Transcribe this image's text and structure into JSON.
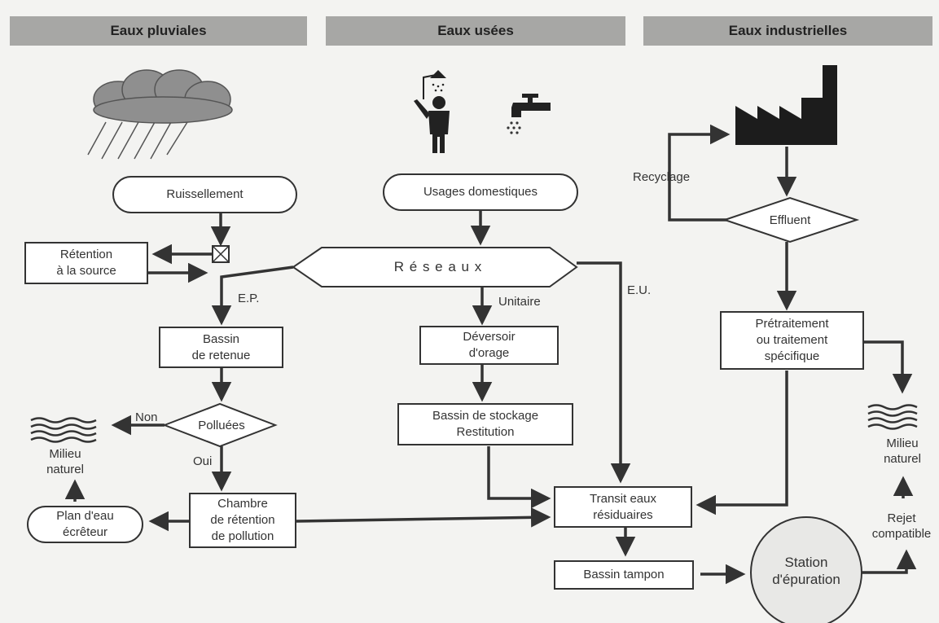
{
  "headers": {
    "pluviales": "Eaux pluviales",
    "usees": "Eaux usées",
    "industrielles": "Eaux industrielles"
  },
  "icons": [
    "rain-cloud-icon",
    "shower-person-icon",
    "faucet-icon",
    "factory-icon",
    "water-waves-icon"
  ],
  "nodes": {
    "ruissellement": "Ruissellement",
    "usages_domestiques": "Usages domestiques",
    "retention_source": "Rétention\nà la source",
    "reseaux": "R é s e a u x",
    "bassin_retenue": "Bassin\nde retenue",
    "deversoir": "Déversoir\nd'orage",
    "polluees": "Polluées",
    "bassin_stockage": "Bassin de stockage\nRestitution",
    "milieu_naturel_left": "Milieu\nnaturel",
    "plan_eau": "Plan d'eau\nécrêteur",
    "chambre": "Chambre\nde rétention\nde pollution",
    "transit": "Transit eaux\nrésiduaires",
    "bassin_tampon": "Bassin tampon",
    "station": "Station\nd'épuration",
    "effluent": "Effluent",
    "pretraitement": "Prétraitement\nou traitement\nspécifique",
    "milieu_naturel_right": "Milieu\nnaturel"
  },
  "edge_labels": {
    "ep": "E.P.",
    "unitaire": "Unitaire",
    "eu": "E.U.",
    "non": "Non",
    "oui": "Oui",
    "recyclage": "Recyclage",
    "rejet": "Rejet\ncompatible"
  },
  "colors": {
    "header_bg": "#a7a7a5",
    "line": "#333333",
    "factory": "#1c1c1c",
    "cloud": "#8f8f8f"
  }
}
